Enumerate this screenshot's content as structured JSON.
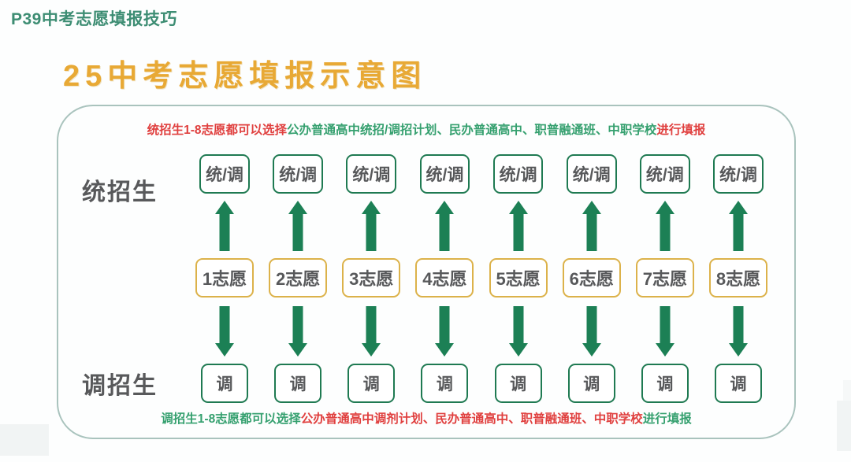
{
  "slide": {
    "header": "P39中考志愿填报技巧",
    "title": "25中考志愿填报示意图"
  },
  "colors": {
    "header_green": "#3d8d73",
    "title_gold": "#e8a935",
    "note_red": "#e0403f",
    "note_green": "#35a06f",
    "box_green_border": "#1f7a52",
    "box_gold_border": "#dcb24a",
    "arrow_green": "#1c8055",
    "card_border": "#a9c3bd",
    "label_gray": "#58595b"
  },
  "diagram": {
    "note_top": {
      "lead": "统招生1-8志愿都可以选择",
      "middle": "公办普通高中统招/调招计划、民办普通高中、职普融通班、中职学校",
      "tail": "进行填报"
    },
    "note_bottom": {
      "lead": "调招生1-8志愿都可以选择",
      "middle": "公办普通高中调剂计划、民办普通高中、职普融通班、中职学校",
      "tail": "进行填报"
    },
    "rows": {
      "top_label": "统招生",
      "bottom_label": "调招生"
    },
    "top_boxes": [
      "统/调",
      "统/调",
      "统/调",
      "统/调",
      "统/调",
      "统/调",
      "统/调",
      "统/调"
    ],
    "wish_boxes": [
      "1志愿",
      "2志愿",
      "3志愿",
      "4志愿",
      "5志愿",
      "6志愿",
      "7志愿",
      "8志愿"
    ],
    "bottom_boxes": [
      "调",
      "调",
      "调",
      "调",
      "调",
      "调",
      "调",
      "调"
    ],
    "arrows_up": [
      "arrow-up",
      "arrow-up",
      "arrow-up",
      "arrow-up",
      "arrow-up",
      "arrow-up",
      "arrow-up",
      "arrow-up"
    ],
    "arrows_down": [
      "arrow-down",
      "arrow-down",
      "arrow-down",
      "arrow-down",
      "arrow-down",
      "arrow-down",
      "arrow-down",
      "arrow-down"
    ]
  }
}
